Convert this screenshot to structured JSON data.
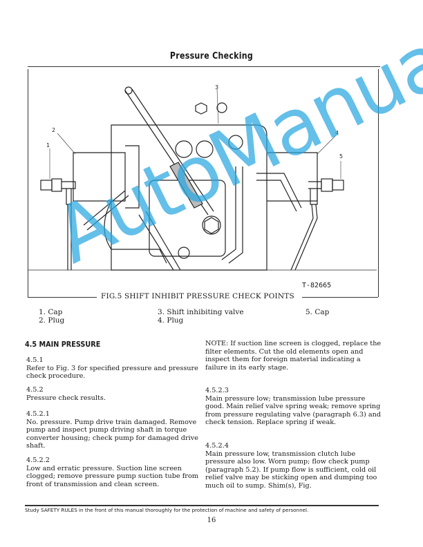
{
  "header": {
    "title": "Pressure Checking"
  },
  "figure": {
    "caption": "FIG.5  SHIFT INHIBIT PRESSURE CHECK POINTS",
    "reference": "T-82665",
    "callouts": [
      "1",
      "2",
      "3",
      "4",
      "5"
    ],
    "legend": [
      {
        "num": "1.",
        "label": "Cap"
      },
      {
        "num": "2.",
        "label": "Plug"
      },
      {
        "num": "3.",
        "label": "Shift inhibiting valve"
      },
      {
        "num": "4.",
        "label": "Plug"
      },
      {
        "num": "5.",
        "label": "Cap"
      }
    ]
  },
  "section": {
    "heading": "4.5 MAIN PRESSURE",
    "left_column": [
      {
        "num": "4.5.1",
        "text": "Refer to Fig. 3 for specified pressure and pressure check procedure."
      },
      {
        "num": "4.5.2",
        "text": "Pressure check results."
      },
      {
        "num": "4.5.2.1",
        "text": "No. pressure. Pump drive train damaged. Remove pump and inspect pump driving shaft in torque converter housing; check pump for damaged drive shaft."
      },
      {
        "num": "4.5.2.2",
        "text": "Low and erratic pressure. Suction line screen clogged; remove pressure pump suction tube from front of transmission and clean screen."
      }
    ],
    "right_column": [
      {
        "num": "",
        "text": "NOTE: If suction line screen is clogged, replace the filter elements. Cut the old elements open and inspect them for foreign material indicating a failure in its early stage."
      },
      {
        "num": "4.5.2.3",
        "text": "Main pressure low; transmission lube pressure good. Main relief valve spring weak; remove spring from pressure regulating valve (paragraph 6.3) and check tension. Replace spring if weak."
      },
      {
        "num": "4.5.2.4",
        "text": "Main pressure low, transmission clutch lube pressure also low. Worn pump; flow check pump (paragraph 5.2). If pump flow is sufficient, cold oil relief valve may be sticking open and dumping too much oil to sump. Shim(s), Fig."
      }
    ]
  },
  "footer": {
    "note": "Study SAFETY RULES in the front of this manual thoroughly for the protection of machine and safety of personnel.",
    "page_number": "16"
  },
  "watermark": {
    "text": "AutoManual",
    "color": "#29a7e1"
  }
}
